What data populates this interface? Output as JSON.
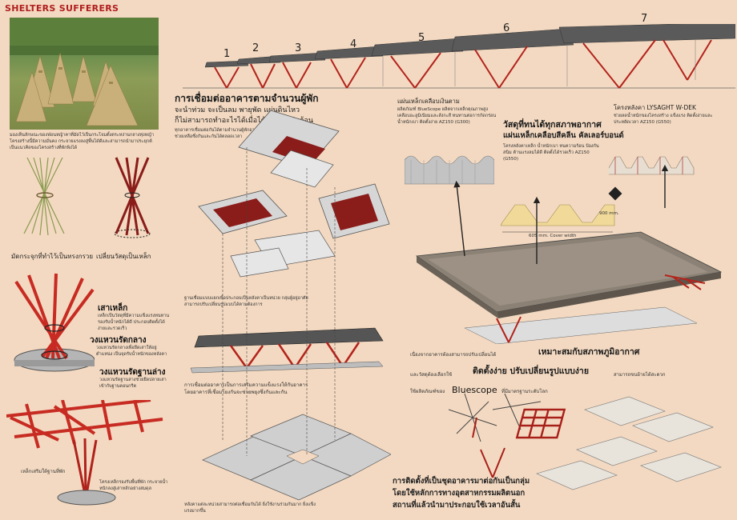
{
  "title": "SHELTERS SUFFERERS",
  "stage_numbers": [
    "1",
    "2",
    "3",
    "4",
    "5",
    "6",
    "7"
  ],
  "left": {
    "photo_caption": "มองเห็นลักษณะของฟ่อนหญ้าคาที่มัดไว้เป็นกระโจมตั้งตระหง่านกลางทุ่งหญ้า โครงสร้างนี้มีความมั่นคง กระจายแรงลงสู่พื้นได้ดีและสามารถนำมาประยุกต์เป็นแนวคิดของโครงสร้างที่พักพิงได้",
    "bundle_label_1": "มัดกระจุกที่ทำไว้เป็นทรงกรวย",
    "bundle_label_2": "เปลี่ยนวัสดุเป็นเหล็ก",
    "column_label": "เสาเหล็ก",
    "column_desc": "เหล็กเป็นวัสดุที่มีความแข็งแรงทนทาน รองรับน้ำหนักได้ดี ประกอบติดตั้งได้ง่ายและรวดเร็ว",
    "mid_ring_label": "วงแหวนรัดกลาง",
    "mid_ring_desc": "วงแหวนรัดกลางเพื่อยึดเสาให้อยู่ตำแหน่ง เป็นจุดรับน้ำหนักของหลังคา",
    "low_ring_label": "วงแหวนรัดฐานล่าง",
    "low_ring_desc": "วงแหวนรัดฐานล่างช่วยยึดปลายเสาเข้ากับฐานคอนกรีต",
    "frame_label": "เหล็กเสริมใต้ฐานที่พัก",
    "frame_desc": "โครงเหล็กรองรับพื้นที่พัก กระจายน้ำหนักลงสู่เสาหลักอย่างสมดุล"
  },
  "middle": {
    "heading_line1": "การเชื่อมต่ออาคารตามจำนวนผู้พัก",
    "heading_line2": "จะนำท่วม จะเป็นลม พายุพัด แผ่นดินไหว",
    "heading_line3": "ก็ไม่สามารถทำอะไรได้เมื่อได้อยู่เป็นกลุ่มก้อน",
    "desc": "ทุกอาคารเชื่อมต่อกันได้ตามจำนวนผู้พักอาศัย ใช้งานร่วมกัน ช่วยเหลือซึ่งกันและกันได้ตลอดเวลา",
    "note_1": "ฐานเชื่อมแบบแยกเพื่อประกอบเป็นหลังคาเป็นหน่วย กลุ่มผู้อยู่อาศัยสามารถปรับเปลี่ยนรูปแบบได้ตามต้องการ",
    "note_2": "การเชื่อมต่ออาคารเป็นการเสริมความแข็งแรงให้กับอาคาร โดยอาคารที่เชื่อมโยงกันจะช่วยพยุงซึ่งกันและกัน",
    "note_3": "หลังคาแต่ละหน่วยสามารถต่อเชื่อมกันได้ ยิ่งใช้งานร่วมกันมาก ยิ่งแข็งแรงมากขึ้น"
  },
  "right": {
    "sheet_title": "แผ่นเหล็กเคลือบเงินตาม",
    "sheet_desc": "ผลิตภัณฑ์ BlueScope ผลิตจากเหล็กคุณภาพสูง เคลือบอะลูมิเนียมและสังกะสี ทนทานต่อการกัดกร่อน น้ำหนักเบา ติดตั้งง่าย AZ150 (G300)",
    "material_heading_1": "วัสดุที่ทนได้ทุกสภาพอากาศ",
    "material_heading_2": "แผ่นเหล็กเคลือบสีคลีน คัลเลอร์บอนด์",
    "material_desc": "โครงหลังคาเหล็ก น้ำหนักเบา ทนความร้อน ป้องกันสนิม ต้านแรงลมได้ดี ติดตั้งได้รวดเร็ว AZ150 (G550)",
    "deck_title": "โครงหลังคา LYSAGHT W-DEK",
    "deck_desc": "ช่วยลดน้ำหนักของโครงสร้าง แข็งแรง ติดตั้งง่ายและประหยัดเวลา AZ150 (G550)",
    "dim_1": "605 mm. Cover width",
    "dim_2": "900 mm.",
    "line_1_small": "เนื่องจากอาคารต้องสามารถปรับเปลี่ยนได้",
    "line_1_big": "เหมาะสมกับสภาพภูมิอากาศ",
    "line_2_small": "และวัสดุต้องเลือกใช้",
    "line_2_big": "ติดตั้งง่าย ปรับเปลี่ยนรูปแบบง่าย",
    "line_2_tail": "สามารถขนย้ายได้สะดวก",
    "line_3_small": "ใช้ผลิตภัณฑ์ของ",
    "line_3_big": "Bluescope",
    "line_3_tail": "ที่มีมาตรฐานระดับโลก",
    "bottom_1": "การติดตั้งที่เป็นชุดอาคารมาต่อกันเป็นกลุ่ม",
    "bottom_2": "โดยใช้หลักการทางอุตสาหกรรมผลิตนอก",
    "bottom_3": "สถานที่แล้วนำมาประกอบใช้เวลาอันสั้น"
  }
}
